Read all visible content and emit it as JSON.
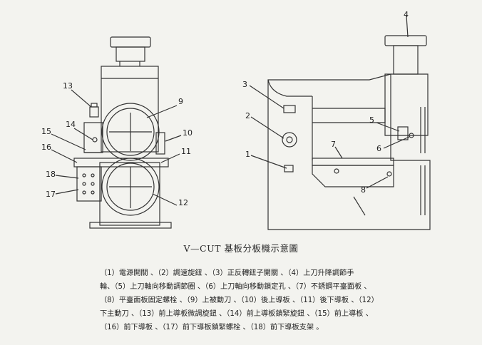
{
  "caption": "V—CUT 基板分板機示意圖",
  "callouts": {
    "left": [
      "9",
      "10",
      "11",
      "12",
      "13",
      "14",
      "15",
      "16",
      "17",
      "18"
    ],
    "right": [
      "1",
      "2",
      "3",
      "4",
      "5",
      "6",
      "7",
      "8"
    ]
  },
  "legend_lines": [
    "（1）電源開關 、（2）調速旋鈕 、（3）正反轉鈕子開關 、（4）上刀升降調節手",
    "輪、（5）上刀軸向移動調節圈 、（6）上刀軸向移動鎖定孔 、（7）不銹鋼平臺面板 、",
    "（8）平臺面板固定螺栓 、（9）上被動刀 、（10）後上導板 、（11）後下導板 、（12）",
    "下主動刀 、（13）前上導板微調旋鈕 、（14）前上導板鎖緊旋鈕 、（15）前上導板 、",
    "（16）前下導板 、（17）前下導板鎖緊螺栓 、（18）前下導板支架 。"
  ]
}
